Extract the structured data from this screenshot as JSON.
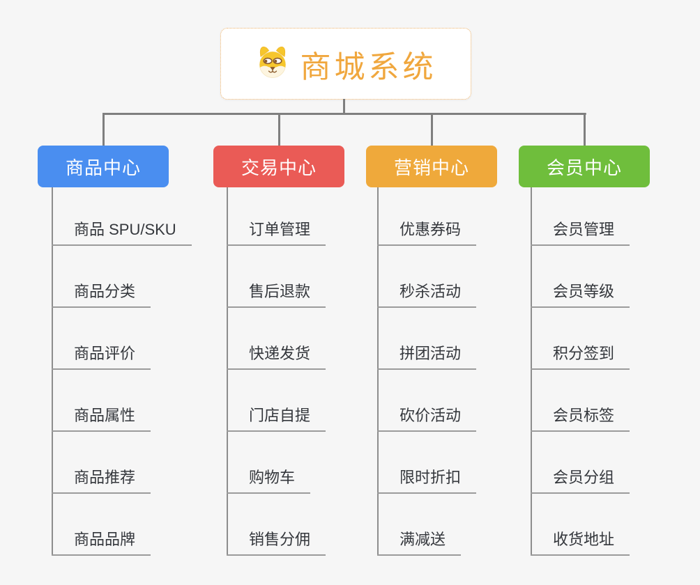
{
  "app": {
    "background": "#f6f6f6",
    "connector_color": "#7f7f7f"
  },
  "root": {
    "title": "商城系统",
    "icon": "dog-face-icon",
    "accent_color": "#f0a73e",
    "border_color": "#eeb269"
  },
  "branches": [
    {
      "label": "商品中心",
      "color": "#4a8ef0",
      "items": [
        "商品 SPU/SKU",
        "商品分类",
        "商品评价",
        "商品属性",
        "商品推荐",
        "商品品牌"
      ]
    },
    {
      "label": "交易中心",
      "color": "#ea5b56",
      "items": [
        "订单管理",
        "售后退款",
        "快递发货",
        "门店自提",
        "购物车",
        "销售分佣"
      ]
    },
    {
      "label": "营销中心",
      "color": "#efa93b",
      "items": [
        "优惠券码",
        "秒杀活动",
        "拼团活动",
        "砍价活动",
        "限时折扣",
        "满减送"
      ]
    },
    {
      "label": "会员中心",
      "color": "#6fbe3c",
      "items": [
        "会员管理",
        "会员等级",
        "积分签到",
        "会员标签",
        "会员分组",
        "收货地址"
      ]
    }
  ]
}
